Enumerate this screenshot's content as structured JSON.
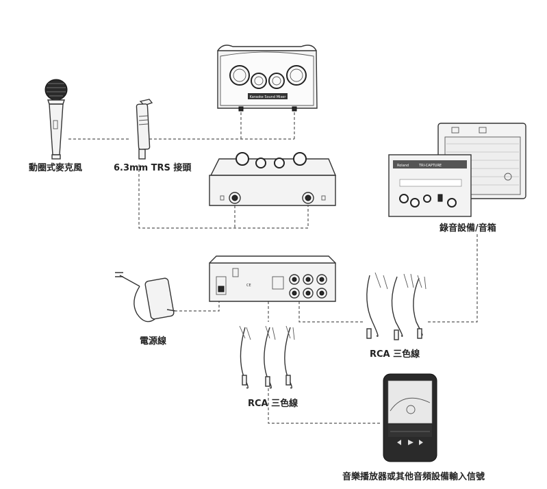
{
  "labels": {
    "microphone": "動圈式麥克風",
    "trs_adapter": "6.3mm TRS 接頭",
    "recorder_speaker": "錄音設備/音箱",
    "power_cable": "電源線",
    "rca_cable_right": "RCA 三色線",
    "rca_cable_bottom": "RCA 三色線",
    "player_input": "音樂播放器或其他音頻設備輸入信號"
  },
  "device_text": {
    "mixer_brand": "Karaoke Sound Mixer",
    "interface_brand": "Roland",
    "interface_model": "TRI-CAPTURE"
  }
}
